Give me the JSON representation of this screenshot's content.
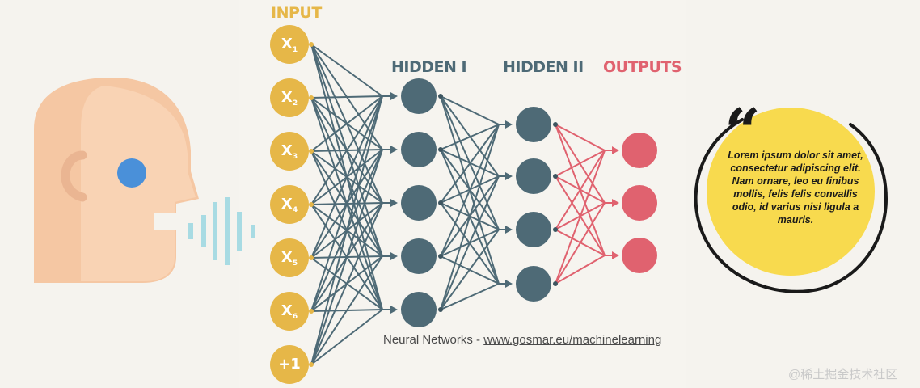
{
  "layers": {
    "input": {
      "title": "INPUT",
      "nodes": [
        {
          "base": "X",
          "sub": "1"
        },
        {
          "base": "X",
          "sub": "2"
        },
        {
          "base": "X",
          "sub": "3"
        },
        {
          "base": "X",
          "sub": "4"
        },
        {
          "base": "X",
          "sub": "5"
        },
        {
          "base": "X",
          "sub": "6"
        },
        {
          "base": "+1",
          "sub": ""
        }
      ]
    },
    "hidden1": {
      "title": "HIDDEN I"
    },
    "hidden2": {
      "title": "HIDDEN II"
    },
    "outputs": {
      "title": "OUTPUTS"
    }
  },
  "caption": {
    "prefix": "Neural Networks - ",
    "link": "www.gosmar.eu/machinelearning"
  },
  "quote": {
    "text": "Lorem ipsum dolor sit amet, consectetur adipiscing elit. Nam ornare, leo eu finibus mollis, felis felis convallis odio, id varius nisi ligula a mauris."
  },
  "watermark": "@稀土掘金技术社区",
  "colors": {
    "input": "#e6b748",
    "hidden": "#4e6a76",
    "output": "#e0626f",
    "quote_bubble": "#f8da4e",
    "head": "#f5c7a3",
    "eye": "#4a90d9",
    "sound_waves": "#a8dbe3"
  },
  "icons": {
    "speaker": "human-head-speaking-icon",
    "sound": "sound-wave-icon",
    "quote": "quotation-mark-icon"
  }
}
